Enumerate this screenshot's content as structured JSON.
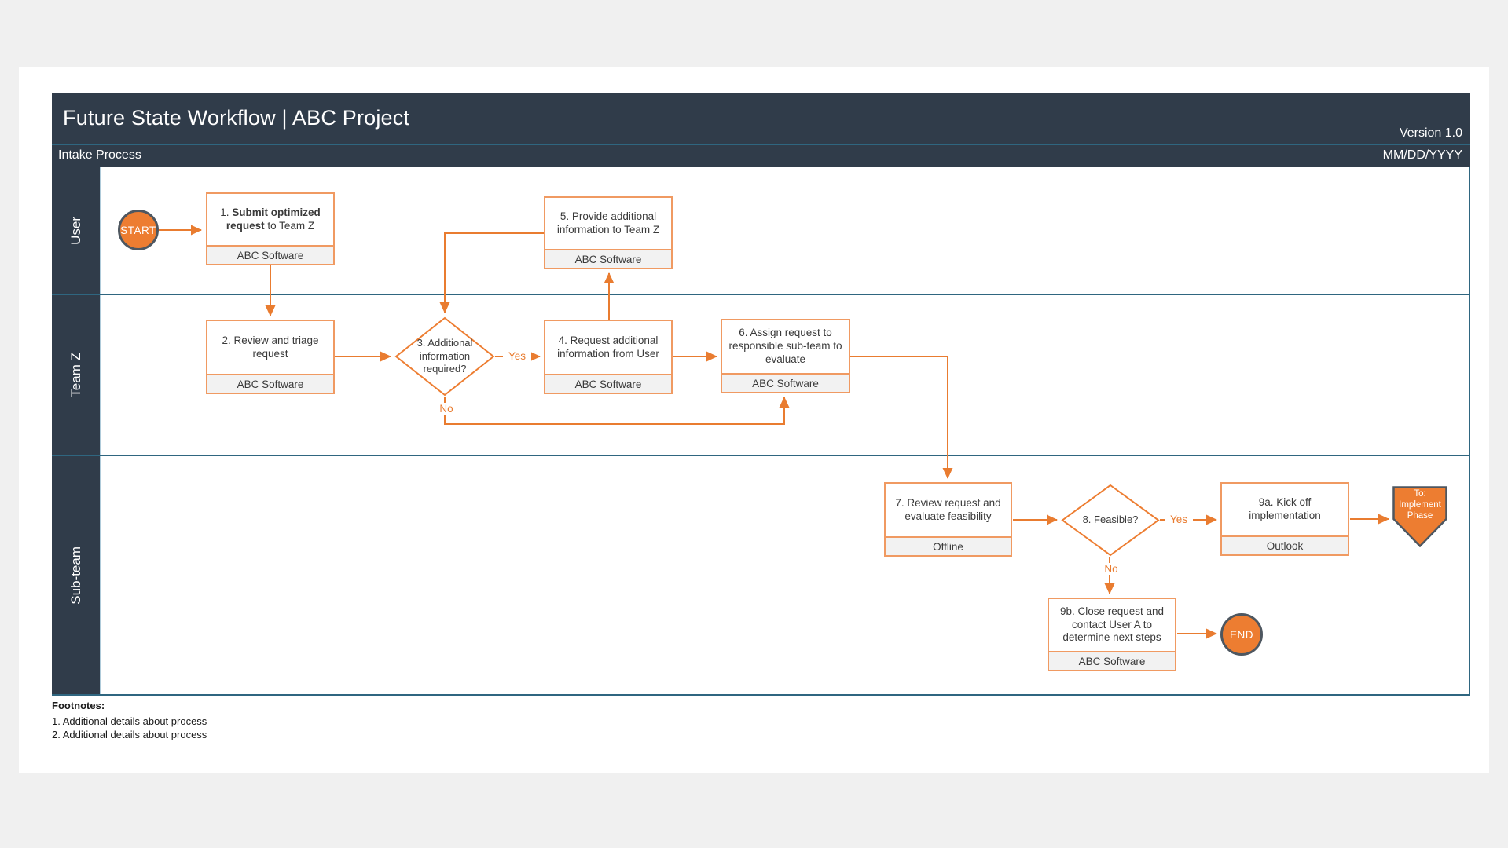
{
  "page": {
    "title": "Future State Workflow | ABC Project",
    "subtitle": "Intake Process",
    "version": "Version 1.0",
    "date": "MM/DD/YYYY"
  },
  "colors": {
    "accent_orange": "#ED7D31",
    "box_border_orange": "#F09A62",
    "dark_slate": "#303C4A",
    "teal_line": "#2F6680",
    "footer_gray": "#F2F2F2",
    "terminator_border": "#4E5760"
  },
  "lanes": [
    {
      "label": "User"
    },
    {
      "label": "Team Z"
    },
    {
      "label": "Sub-team"
    }
  ],
  "nodes": {
    "start": {
      "label": "START"
    },
    "step1": {
      "prefix": "1. ",
      "bold": "Submit optimized request",
      "suffix": " to Team Z",
      "system": "ABC Software"
    },
    "step2": {
      "title": "2. Review and triage request",
      "system": "ABC Software"
    },
    "decision3": {
      "title": "3. Additional information required?"
    },
    "step4": {
      "title": "4. Request additional information from User",
      "system": "ABC Software"
    },
    "step5": {
      "title": "5. Provide additional information to Team Z",
      "system": "ABC Software"
    },
    "step6": {
      "title": "6. Assign request to responsible sub-team to evaluate",
      "system": "ABC Software"
    },
    "step7": {
      "title": "7. Review request and evaluate feasibility",
      "system": "Offline"
    },
    "decision8": {
      "title": "8. Feasible?"
    },
    "step9a": {
      "title": "9a. Kick off implementation",
      "system": "Outlook"
    },
    "step9b": {
      "title": "9b. Close request and contact User A to determine next steps",
      "system": "ABC Software"
    },
    "offpage": {
      "label": "To: Implement Phase"
    },
    "end": {
      "label": "END"
    }
  },
  "edges": {
    "yes1": "Yes",
    "no1": "No",
    "yes2": "Yes",
    "no2": "No"
  },
  "footnotes": {
    "heading": "Footnotes:",
    "items": [
      "1. Additional details about process",
      "2. Additional details about process"
    ]
  }
}
